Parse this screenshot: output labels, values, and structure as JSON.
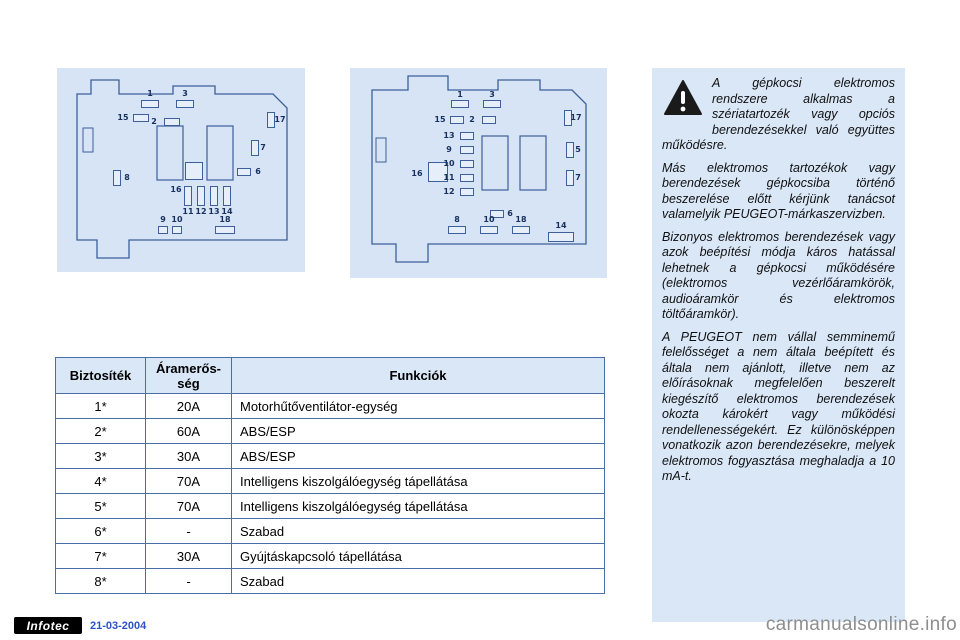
{
  "diagrams": {
    "left": {
      "labels": [
        "1",
        "3",
        "15",
        "2",
        "17",
        "7",
        "16",
        "6",
        "8",
        "11",
        "12",
        "13",
        "14",
        "9",
        "10",
        "18"
      ]
    },
    "right": {
      "labels": [
        "1",
        "3",
        "15",
        "2",
        "17",
        "13",
        "9",
        "16",
        "10",
        "11",
        "12",
        "5",
        "7",
        "6",
        "8",
        "10",
        "18",
        "14"
      ]
    }
  },
  "warning_panel": {
    "paragraphs": [
      "A gépkocsi elektromos rendszere alkalmas a szériatartozék vagy opciós berendezésekkel való együttes működésre.",
      "Más elektromos tartozékok vagy berendezések gépkocsiba történő beszerelése előtt kérjünk tanácsot valamelyik PEUGEOT-márkaszervizben.",
      "Bizonyos elektromos berendezések vagy azok beépítési módja káros hatással lehetnek a gépkocsi működésére (elektromos vezérlőáramkörök, audioáramkör és elektromos töltőáramkör).",
      "A PEUGEOT nem vállal semminemű felelősséget a nem általa beépített és általa nem ajánlott, illetve nem az előírásoknak megfelelően beszerelt kiegészítő elektromos berendezések okozta károkért vagy működési rendellenességekért. Ez különösképpen vonatkozik azon berendezésekre, melyek elektromos fogyasztása meghaladja a 10 mA-t."
    ]
  },
  "fuse_table": {
    "header_fuse": "Biztosíték",
    "header_amps_line1": "Áramerős-",
    "header_amps_line2": "ség",
    "header_function": "Funkciók",
    "rows": [
      {
        "fuse": "1*",
        "amps": "20A",
        "function": "Motorhűtőventilátor-egység"
      },
      {
        "fuse": "2*",
        "amps": "60A",
        "function": "ABS/ESP"
      },
      {
        "fuse": "3*",
        "amps": "30A",
        "function": "ABS/ESP"
      },
      {
        "fuse": "4*",
        "amps": "70A",
        "function": "Intelligens kiszolgálóegység tápellátása"
      },
      {
        "fuse": "5*",
        "amps": "70A",
        "function": "Intelligens kiszolgálóegység tápellátása"
      },
      {
        "fuse": "6*",
        "amps": "-",
        "function": "Szabad"
      },
      {
        "fuse": "7*",
        "amps": "30A",
        "function": "Gyújtáskapcsoló tápellátása"
      },
      {
        "fuse": "8*",
        "amps": "-",
        "function": "Szabad"
      }
    ]
  },
  "footer": {
    "logo_text": "Infotec",
    "date": "21-03-2004"
  },
  "watermark": "carmanualsonline.info"
}
